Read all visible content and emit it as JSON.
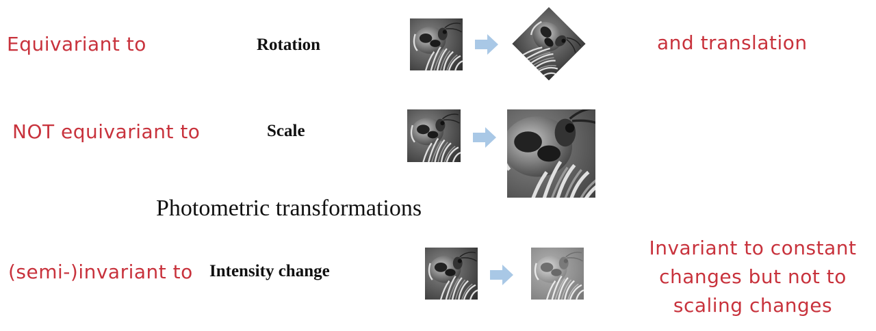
{
  "rows": {
    "rotation": {
      "annotation": "Equivariant to",
      "label": "Rotation",
      "side_note": "and translation"
    },
    "scale": {
      "annotation": "NOT equivariant to",
      "label": "Scale"
    },
    "photometric_heading": "Photometric transformations",
    "intensity": {
      "annotation": "(semi-)invariant to",
      "label": "Intensity change",
      "side_note_lines": [
        "Invariant to constant",
        "changes but not to",
        "scaling changes"
      ]
    }
  },
  "colors": {
    "annotation": "#c8323c",
    "arrow": "#a9c8e6",
    "label": "#111111"
  },
  "icons": [
    "bee-image-thumbnail",
    "right-arrow-icon"
  ]
}
